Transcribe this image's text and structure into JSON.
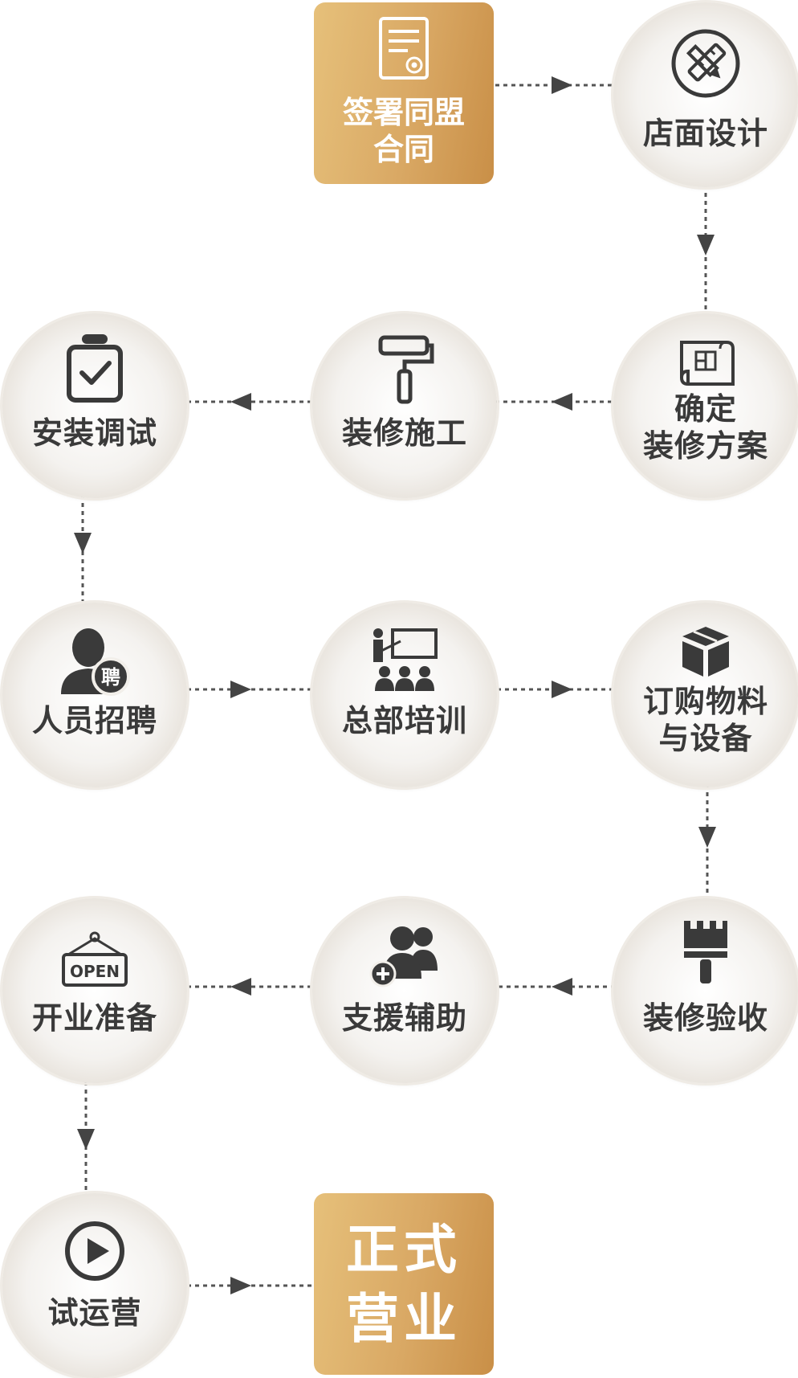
{
  "steps": [
    {
      "label": "签署同盟\n合同",
      "icon": "contract-icon"
    },
    {
      "label": "店面设计",
      "icon": "design-tools-icon"
    },
    {
      "label": "确定\n装修方案",
      "icon": "blueprint-icon"
    },
    {
      "label": "装修施工",
      "icon": "paint-roller-icon"
    },
    {
      "label": "安装调试",
      "icon": "clipboard-check-icon"
    },
    {
      "label": "人员招聘",
      "icon": "recruit-icon",
      "badge": "聘"
    },
    {
      "label": "总部培训",
      "icon": "training-icon"
    },
    {
      "label": "订购物料\n与设备",
      "icon": "package-icon"
    },
    {
      "label": "装修验收",
      "icon": "brush-icon"
    },
    {
      "label": "支援辅助",
      "icon": "support-users-icon"
    },
    {
      "label": "开业准备",
      "icon": "open-sign-icon",
      "sign_text": "OPEN"
    },
    {
      "label": "试运营",
      "icon": "play-icon"
    },
    {
      "label": "正式\n营业"
    }
  ],
  "colors": {
    "gold_start": "#e6c07a",
    "gold_end": "#c98f47",
    "icon": "#3a3a3a",
    "connector": "#555555"
  }
}
